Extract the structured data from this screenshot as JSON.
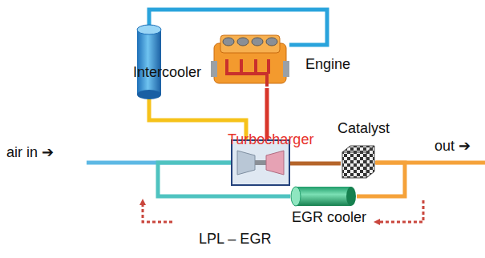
{
  "diagram": {
    "nodes": [
      {
        "text": [
          "Intercooler"
        ]
      },
      {
        "text": [
          "Engine"
        ]
      },
      {
        "text": [
          "Turbocharger"
        ]
      },
      {
        "text": [
          "Catalyst"
        ]
      },
      {
        "text": [
          "EGR cooler"
        ]
      }
    ],
    "edges": [
      {
        "from": 0,
        "to": 1,
        "arrow": "none"
      },
      {
        "from": 2,
        "to": 0,
        "arrow": "none"
      },
      {
        "from": 1,
        "to": 2,
        "arrow": "none"
      },
      {
        "from": 2,
        "to": 3,
        "arrow": "none"
      },
      {
        "from": 3,
        "to": 4,
        "arrow": "none"
      },
      {
        "from": 4,
        "to": 2,
        "arrow": "none"
      }
    ],
    "labels": [
      "air in ➔",
      "out ➔",
      "LPL – EGR"
    ]
  }
}
